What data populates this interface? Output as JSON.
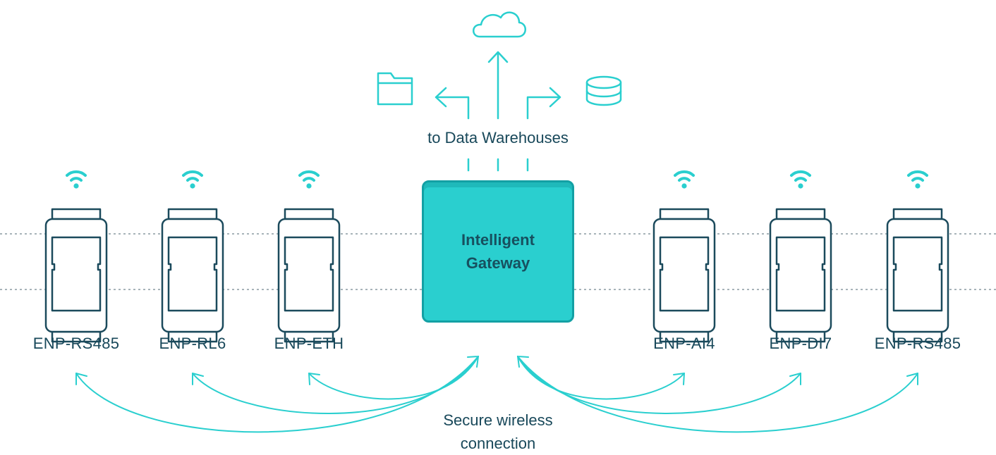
{
  "gateway": {
    "line1": "Intelligent",
    "line2": "Gateway"
  },
  "warehouse_label": "to Data Warehouses",
  "connection_label": {
    "line1": "Secure wireless",
    "line2": "connection"
  },
  "devices": [
    {
      "label": "ENP-RS485"
    },
    {
      "label": "ENP-RL6"
    },
    {
      "label": "ENP-ETH"
    },
    {
      "label": "ENP-AI4"
    },
    {
      "label": "ENP-DI7"
    },
    {
      "label": "ENP-RS485"
    }
  ],
  "colors": {
    "accent": "#2acfcf",
    "accent_dark": "#13a0a4",
    "device_stroke": "#1b4a5c",
    "text": "#18485a",
    "rail": "#8a9aa2"
  }
}
